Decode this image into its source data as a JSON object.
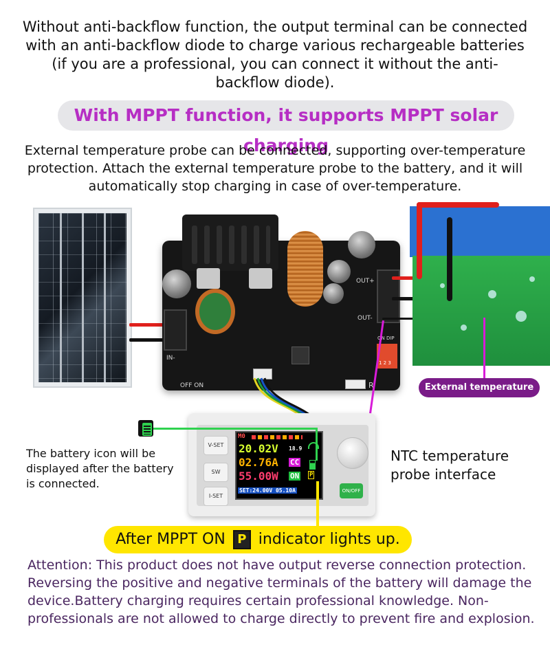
{
  "intro_text": "Without anti-backflow function, the output terminal can be connected with an anti-backflow diode to charge various rechargeable batteries (if you are a professional, you can connect it without the anti-backflow diode).",
  "mppt_banner": "With MPPT function, it supports MPPT solar charging",
  "temp_probe_text": "External temperature probe can be connected, supporting over-temperature protection. Attach the external temperature probe to the battery, and it will automatically stop charging in case of over-temperature.",
  "labels": {
    "external_probe": "External temperature probe",
    "ntc_interface": "NTC temperature probe interface",
    "battery_icon_note": "The battery icon will be displayed after the battery is connected.",
    "mppt_indicator_before": "After MPPT ON",
    "mppt_indicator_symbol": "P",
    "mppt_indicator_after": "indicator lights up."
  },
  "board_silk": {
    "in": "IN-",
    "out_plus": "OUT+",
    "out_minus": "OUT-",
    "on_dip": "ON DIP",
    "dip_nums": "1 2 3",
    "r": "R",
    "off_on": "OFF ON"
  },
  "controller": {
    "buttons": [
      "V-SET",
      "SW",
      "I-SET"
    ],
    "onoff_label": "ON/OFF",
    "screen": {
      "preset": "M0",
      "voltage": "20.02V",
      "current": "02.76A",
      "power": "55.00W",
      "temp": "18.9",
      "mode_badge": "CC",
      "state_badge": "ON",
      "mppt_badge": "P",
      "set_line": "SET:24.00V 05.10A"
    }
  },
  "attention_text": "Attention: This product does not have output reverse connection protection. Reversing the positive and negative terminals of the battery will damage the device.Battery charging requires certain professional knowledge. Non-professionals are not allowed to charge directly to prevent fire and explosion.",
  "colors": {
    "banner_text": "#b62ec4",
    "pointer_magenta": "#d81bd8",
    "highlight_yellow": "#ffe600",
    "probe_label_bg": "#7a1c88",
    "attention_text": "#4a2660"
  }
}
